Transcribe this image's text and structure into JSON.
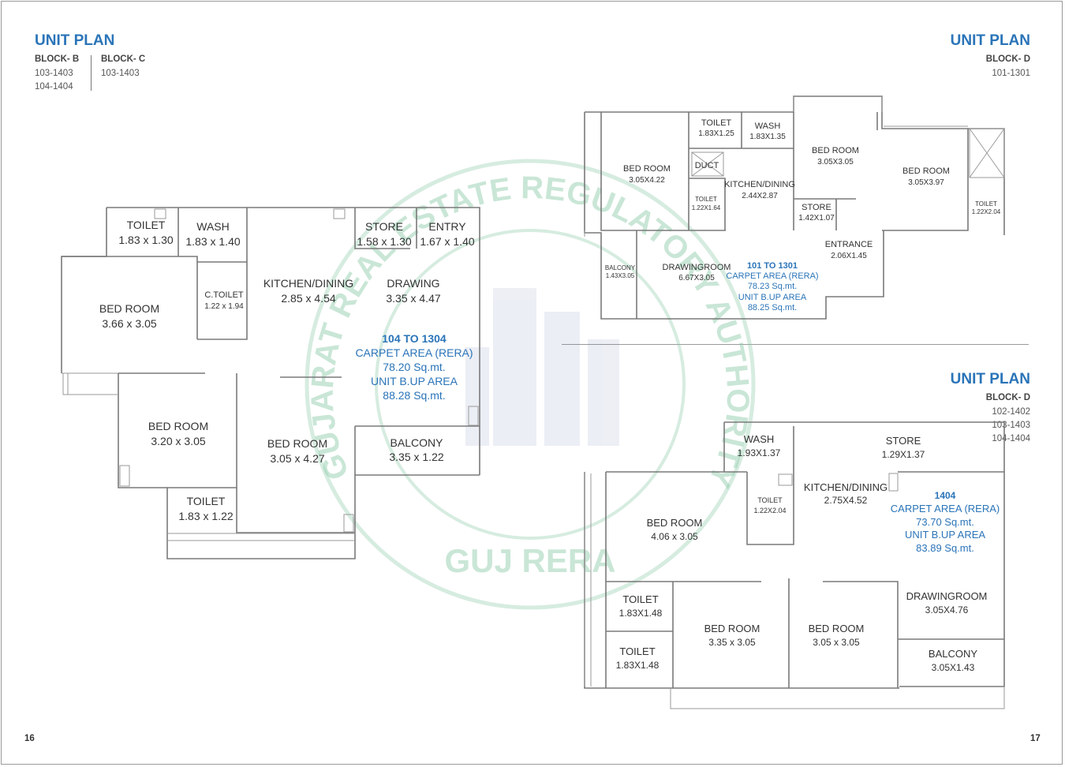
{
  "left_page": {
    "title": "UNIT PLAN",
    "blocks": [
      {
        "name": "BLOCK- B",
        "units": [
          "103-1403",
          "104-1404"
        ]
      },
      {
        "name": "BLOCK- C",
        "units": [
          "103-1403"
        ]
      }
    ],
    "page_number": "16",
    "plan": {
      "rooms": [
        {
          "name": "TOILET",
          "size": "1.83 x 1.30"
        },
        {
          "name": "WASH",
          "size": "1.83 x 1.40"
        },
        {
          "name": "STORE",
          "size": "1.58 x 1.30"
        },
        {
          "name": "ENTRY",
          "size": "1.67 x 1.40"
        },
        {
          "name": "BED ROOM",
          "size": "3.66 x 3.05"
        },
        {
          "name": "C.TOILET",
          "size": "1.22 x 1.94"
        },
        {
          "name": "KITCHEN/DINING",
          "size": "2.85 x 4.54"
        },
        {
          "name": "DRAWING",
          "size": "3.35 x 4.47"
        },
        {
          "name": "BED ROOM",
          "size": "3.20 x 3.05"
        },
        {
          "name": "BED ROOM",
          "size": "3.05 x 4.27"
        },
        {
          "name": "BALCONY",
          "size": "3.35 x 1.22"
        },
        {
          "name": "TOILET",
          "size": "1.83 x 1.22"
        }
      ],
      "area": {
        "units": "104 TO 1304",
        "carpet_label": "CARPET AREA (RERA)",
        "carpet": "78.20 Sq.mt.",
        "bup_label": "UNIT B.UP AREA",
        "bup": "88.28 Sq.mt."
      }
    }
  },
  "right_page": {
    "top": {
      "title": "UNIT PLAN",
      "block": "BLOCK- D",
      "units": [
        "101-1301"
      ],
      "plan": {
        "rooms": [
          {
            "name": "TOILET",
            "size": "1.83X1.25"
          },
          {
            "name": "WASH",
            "size": "1.83X1.35"
          },
          {
            "name": "BED ROOM",
            "size": "3.05X3.05"
          },
          {
            "name": "BED ROOM",
            "size": "3.05X4.22"
          },
          {
            "name": "DUCT",
            "size": ""
          },
          {
            "name": "KITCHEN/DINING",
            "size": "2.44X2.87"
          },
          {
            "name": "TOILET",
            "size": "1.22X1.64"
          },
          {
            "name": "STORE",
            "size": "1.42X1.07"
          },
          {
            "name": "BED ROOM",
            "size": "3.05X3.97"
          },
          {
            "name": "TOILET",
            "size": "1.22X2.04"
          },
          {
            "name": "ENTRANCE",
            "size": "2.06X1.45"
          },
          {
            "name": "BALCONY",
            "size": "1.43X3.05"
          },
          {
            "name": "DRAWINGROOM",
            "size": "6.67X3.05"
          }
        ],
        "area": {
          "units": "101 TO 1301",
          "carpet_label": "CARPET AREA (RERA)",
          "carpet": "78.23 Sq.mt.",
          "bup_label": "UNIT B.UP AREA",
          "bup": "88.25 Sq.mt."
        }
      }
    },
    "bottom": {
      "title": "UNIT PLAN",
      "block": "BLOCK- D",
      "units": [
        "102-1402",
        "103-1403",
        "104-1404"
      ],
      "plan": {
        "rooms": [
          {
            "name": "WASH",
            "size": "1.93X1.37"
          },
          {
            "name": "STORE",
            "size": "1.29X1.37"
          },
          {
            "name": "KITCHEN/DINING",
            "size": "2.75X4.52"
          },
          {
            "name": "TOILET",
            "size": "1.22X2.04"
          },
          {
            "name": "BED ROOM",
            "size": "4.06 x 3.05"
          },
          {
            "name": "TOILET",
            "size": "1.83X1.48"
          },
          {
            "name": "BED ROOM",
            "size": "3.35 x 3.05"
          },
          {
            "name": "BED ROOM",
            "size": "3.05 x 3.05"
          },
          {
            "name": "DRAWINGROOM",
            "size": "3.05X4.76"
          },
          {
            "name": "TOILET",
            "size": "1.83X1.48"
          },
          {
            "name": "BALCONY",
            "size": "3.05X1.43"
          }
        ],
        "area": {
          "units": "1404",
          "carpet_label": "CARPET AREA (RERA)",
          "carpet": "73.70 Sq.mt.",
          "bup_label": "UNIT B.UP AREA",
          "bup": "83.89 Sq.mt."
        }
      }
    },
    "page_number": "17"
  },
  "watermark": {
    "ring_text": "GUJARAT REAL ESTATE REGULATORY AUTHORITY",
    "center_text": "GUJ RERA",
    "color": "#8ac9a6"
  },
  "colors": {
    "accent": "#2a74b8",
    "wall": "#7a7a7a"
  }
}
